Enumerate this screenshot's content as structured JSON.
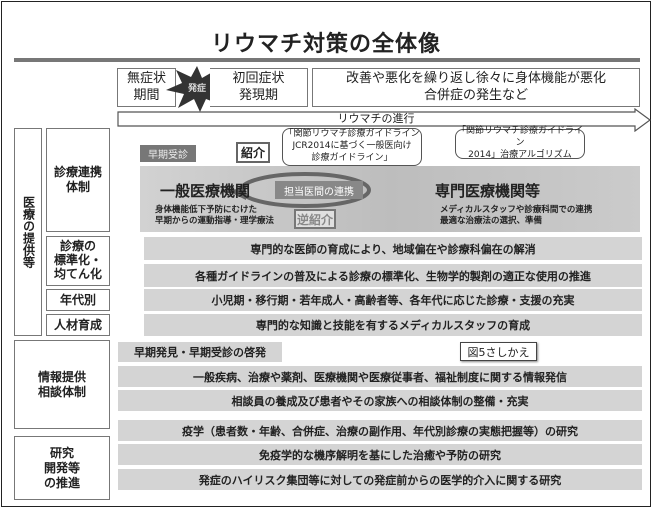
{
  "title": "リウマチ対策の全体像",
  "timeline": {
    "stage1": "無症状\n期間",
    "onset": "発症",
    "stage2": "初回症状\n発現期",
    "stage3": "改善や悪化を繰り返し徐々に身体機能が悪化\n合併症の発生など",
    "arrow": "リウマチの進行"
  },
  "left": {
    "medical": "医療の提供等",
    "collab": "診療連携\n体制",
    "standard": "診療の\n標準化・\n均てん化",
    "age": "年代別",
    "hr": "人材育成",
    "info": "情報提供\n相談体制",
    "research": "研究\n開発等\nの推進"
  },
  "collab": {
    "early": "早期受診",
    "referral": "紹介",
    "guideline1": "「関節リウマチ診療ガイドライン\nJCR2014に基づく一般医向け\n診療ガイドライン」",
    "guideline2": "「関節リウマチ診療ガイドライン\n2014」治療アルゴリズム",
    "general": "一般医療機関",
    "general_desc": "身体機能低下予防にむけた\n早期からの運動指導・理学療法",
    "link": "担当医間の連携",
    "reverse": "逆紹介",
    "special": "専門医療機関等",
    "special_desc": "メディカルスタッフや診療科間での連携\n最適な治療法の選択、準備"
  },
  "bars": {
    "standard": [
      "専門的な医師の育成により、地域偏在や診療科偏在の解消",
      "各種ガイドラインの普及による診療の標準化、生物学的製剤の適正な使用の推進"
    ],
    "age": "小児期・移行期・若年成人・高齢者等、各年代に応じた診療・支援の充実",
    "hr": "専門的な知識と技能を有するメディカルスタッフの育成",
    "info_head": "早期発見・早期受診の啓発",
    "info": [
      "一般疾病、治療や薬剤、医療機関や医療従事者、福祉制度に関する情報発信",
      "相談員の養成及び患者やその家族への相談体制の整備・充実"
    ],
    "research": [
      "疫学（患者数・年齢、合併症、治療の副作用、年代別診療の実態把握等）の研究",
      "免疫学的な機序解明を基にした治癒や予防の研究",
      "発症のハイリスク集団等に対しての発症前からの医学的介入に関する研究"
    ]
  },
  "tooltip": "図5さしかえ"
}
